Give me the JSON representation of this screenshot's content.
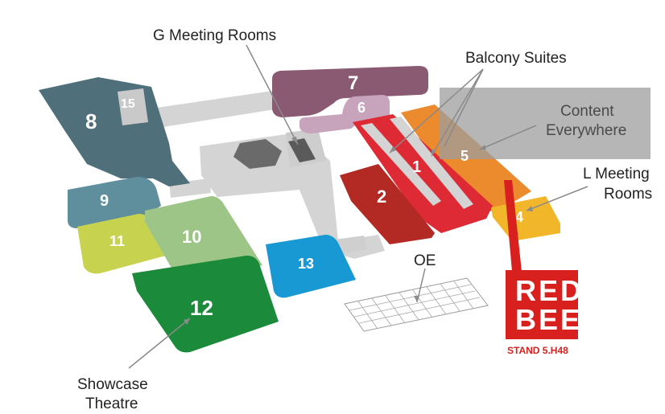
{
  "colors": {
    "hall_8": "#4f6f7a",
    "hall_7": "#8a5a72",
    "hall_6": "#c7a3bc",
    "hall_1": "#dd2a35",
    "hall_2": "#b32a25",
    "hall_5": "#ec8a2e",
    "hall_4": "#f2b62a",
    "hall_9": "#5f8e9c",
    "hall_10": "#9cc587",
    "hall_11": "#c7d24f",
    "hall_12": "#1b8a3a",
    "hall_13": "#1899d3",
    "walkway": "#d4d4d4",
    "highlight_box": "#9e9e9e",
    "brand_red": "#d8201f"
  },
  "halls": {
    "h1": "1",
    "h2": "2",
    "h4": "4",
    "h5": "5",
    "h6": "6",
    "h7": "7",
    "h8": "8",
    "h9": "9",
    "h10": "10",
    "h11": "11",
    "h12": "12",
    "h13": "13",
    "h15": "15"
  },
  "callouts": {
    "g_meeting_rooms": "G Meeting Rooms",
    "balcony_suites": "Balcony Suites",
    "content_line1": "Content",
    "content_line2": "Everywhere",
    "l_meeting_line1": "L Meeting",
    "l_meeting_line2": "Rooms",
    "oe": "OE",
    "showcase_line1": "Showcase",
    "showcase_line2": "Theatre"
  },
  "brand": {
    "logo_line1": "RED",
    "logo_line2": "BEE",
    "stand": "STAND 5.H48"
  },
  "icons": {
    "logo": "red-bee-logo",
    "pointer": "callout-pin"
  }
}
